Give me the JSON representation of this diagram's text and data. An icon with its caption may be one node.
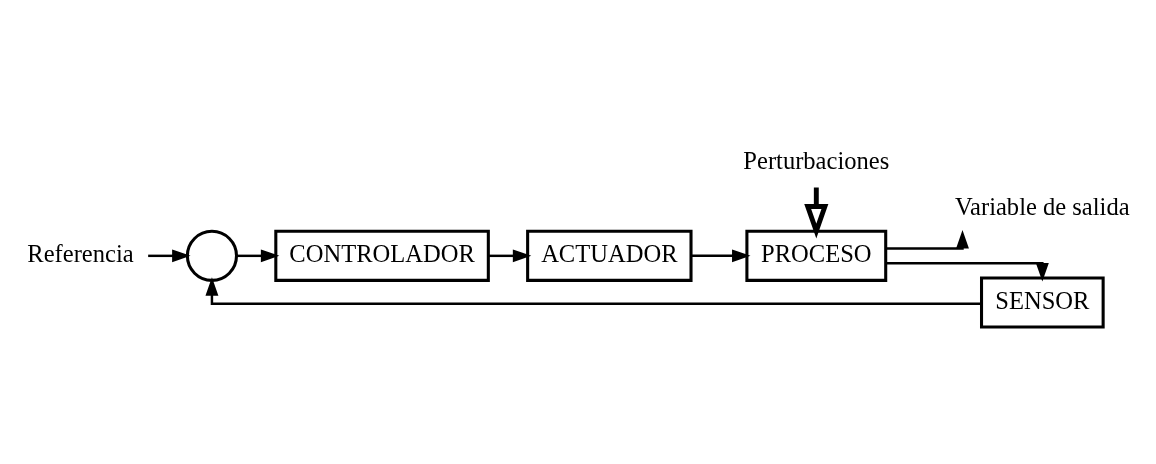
{
  "diagram": {
    "nodes": [
      {
        "text": [
          "Referencia"
        ]
      },
      {
        "text": [],
        "shape": "circle"
      },
      {
        "text": [
          "CONTROLADOR"
        ]
      },
      {
        "text": [
          "ACTUADOR"
        ]
      },
      {
        "text": [
          "PROCESO"
        ]
      },
      {
        "text": [
          "Perturbaciones"
        ]
      },
      {
        "text": [
          "Variable de salida"
        ]
      },
      {
        "text": [
          "SENSOR"
        ]
      }
    ],
    "edges": [
      {
        "from": 0,
        "to": 1,
        "arrow": "to"
      },
      {
        "from": 1,
        "to": 2,
        "arrow": "to"
      },
      {
        "from": 2,
        "to": 3,
        "arrow": "to"
      },
      {
        "from": 3,
        "to": 4,
        "arrow": "to"
      },
      {
        "from": 5,
        "to": 4,
        "arrow": "to",
        "style": "thick"
      },
      {
        "from": 4,
        "to": 6,
        "arrow": "to"
      },
      {
        "from": 4,
        "to": 7,
        "arrow": "to"
      },
      {
        "from": 7,
        "to": 1,
        "arrow": "to"
      }
    ]
  }
}
